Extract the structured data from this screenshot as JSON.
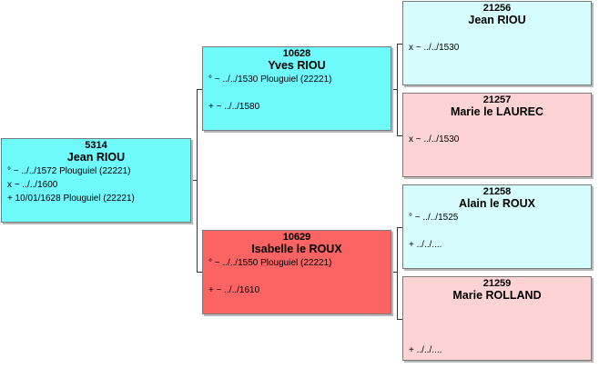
{
  "persons": {
    "p5314": {
      "id": "5314",
      "name": "Jean RIOU",
      "events": [
        "° ~ ../../1572 Plouguiel (22221)",
        "x ~ ../../1600",
        "+ 10/01/1628 Plouguiel (22221)"
      ]
    },
    "p10628": {
      "id": "10628",
      "name": "Yves RIOU",
      "events": [
        "° ~ ../../1530 Plouguiel (22221)",
        "",
        "+ ~ ../../1580"
      ]
    },
    "p10629": {
      "id": "10629",
      "name": "Isabelle le ROUX",
      "events": [
        "° ~ ../../1550 Plouguiel (22221)",
        "",
        "+ ~ ../../1610"
      ]
    },
    "p21256": {
      "id": "21256",
      "name": "Jean RIOU",
      "events": [
        "",
        "x ~ ../../1530"
      ]
    },
    "p21257": {
      "id": "21257",
      "name": "Marie le LAUREC",
      "events": [
        "",
        "x ~ ../../1530"
      ]
    },
    "p21258": {
      "id": "21258",
      "name": "Alain le ROUX",
      "events": [
        "° ~ ../../1525",
        "",
        "+ ../../...."
      ]
    },
    "p21259": {
      "id": "21259",
      "name": "Marie ROLLAND",
      "events": [
        "",
        "",
        "",
        "+ ../../...."
      ]
    }
  },
  "colors": {
    "male": "#6ffafe",
    "male_light": "#d6fdfe",
    "female": "#fc6464",
    "female_light": "#fdd3d3",
    "border": "#7a7a7a",
    "connector": "#333333"
  }
}
